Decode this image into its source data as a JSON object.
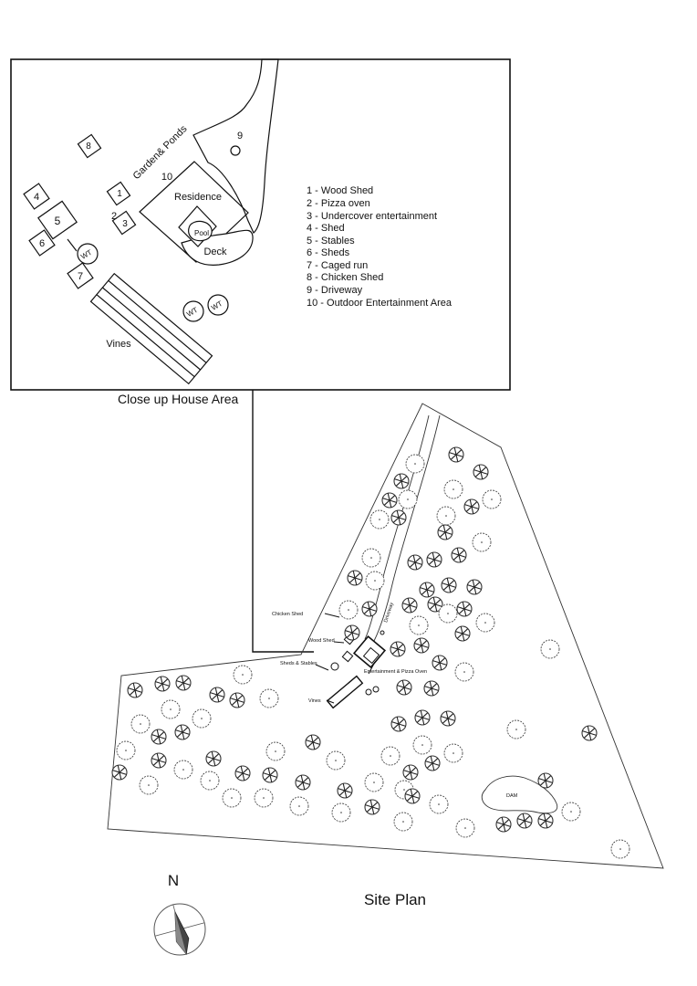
{
  "close_up": {
    "caption": "Close up House Area",
    "labels": {
      "garden_ponds": "Garden& Ponds",
      "residence": "Residence",
      "pool": "Pool",
      "deck": "Deck",
      "vines": "Vines",
      "water_tank": "WT",
      "num_1": "1",
      "num_2": "2",
      "num_3": "3",
      "num_4": "4",
      "num_5": "5",
      "num_6": "6",
      "num_7": "7",
      "num_8": "8",
      "num_9": "9",
      "num_10": "10"
    },
    "legend": [
      "1 - Wood Shed",
      "2 - Pizza oven",
      "3 - Undercover entertainment",
      "4 - Shed",
      "5 - Stables",
      "6 - Sheds",
      "7 - Caged run",
      "8 - Chicken Shed",
      "9 - Driveway",
      "10 - Outdoor Entertainment Area"
    ]
  },
  "site_plan": {
    "title": "Site Plan",
    "labels": {
      "chicken_shed": "Chicken Shed",
      "wood_shed": "Wood Shed",
      "sheds_stables": "Sheds & Stables",
      "entertainment": "Entertainment & Pizza Oven",
      "vines": "Vines",
      "driveway": "Driveway",
      "dam": "DAM"
    }
  },
  "compass": {
    "north_label": "N"
  }
}
